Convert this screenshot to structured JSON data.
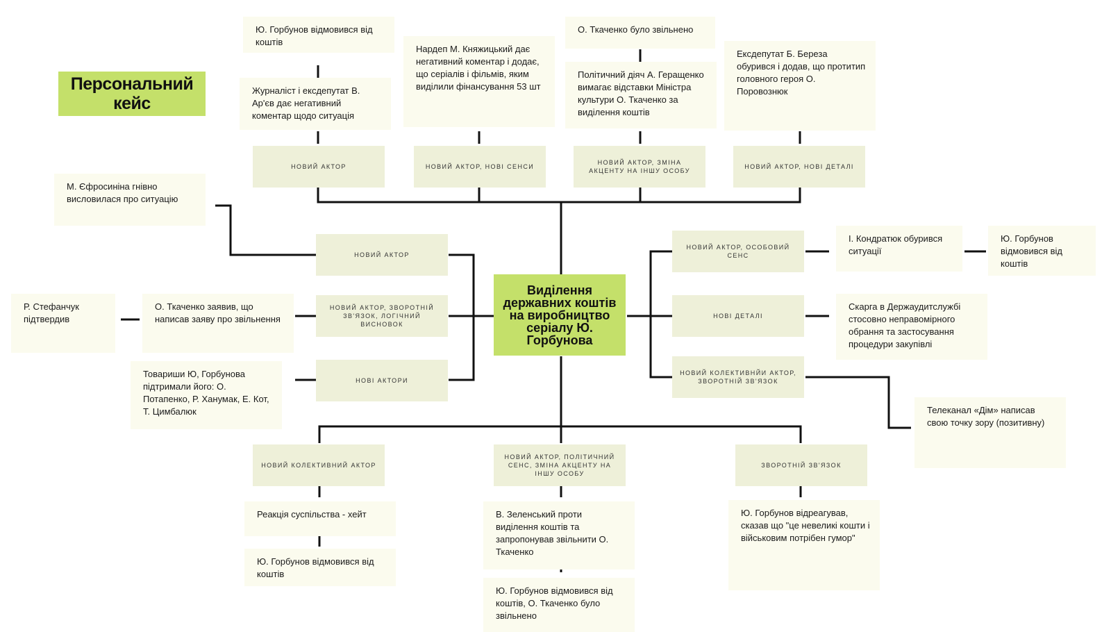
{
  "title": "Персональний кейс",
  "center": "Виділення державних коштів на виробництво серіалу Ю. Горбунова",
  "top": {
    "b1": {
      "tag": "Новий актор",
      "notes": [
        "Журналіст і ексдепутат В. Ар'єв дає негативний коментар щодо ситуація",
        "Ю. Горбунов відмовився від коштів"
      ]
    },
    "b2": {
      "tag": "Новий актор, нові сенси",
      "notes": [
        "Нардеп М. Княжицький дає негативний коментар і додає, що серіалів і фільмів, яким виділили фінансування 53 шт"
      ]
    },
    "b3": {
      "tag": "Новий актор, зміна акценту на іншу особу",
      "notes": [
        "Політичний діяч А. Геращенко вимагає відставки Міністра культури О. Ткаченко за виділення коштів",
        "О. Ткаченко було звільнено"
      ]
    },
    "b4": {
      "tag": "Новий актор, нові деталі",
      "notes": [
        "Ексдепутат Б. Береза обурився і додав, що протитип головного героя О. Поровознюк"
      ]
    }
  },
  "left": {
    "l1": {
      "tag": "Новий актор",
      "notes": [
        "М. Єфросиніна гнівно висловилася про ситуацію"
      ]
    },
    "l2": {
      "tag": "Новий актор, зворотній зв'язок, логічний висновок",
      "notes": [
        "О. Ткаченко заявив, що написав заяву про звільнення",
        "Р. Стефанчук підтвердив"
      ]
    },
    "l3": {
      "tag": "Нові актори",
      "notes": [
        "Товариши Ю, Горбунова підтримали його: О. Потапенко, Р. Ханумак, Е. Кот, Т. Цимбалюк"
      ]
    }
  },
  "right": {
    "r1": {
      "tag": "Новий актор, особовий сенс",
      "notes": [
        "І. Кондратюк обурився ситуації",
        "Ю. Горбунов відмовився від коштів"
      ]
    },
    "r2": {
      "tag": "Нові деталі",
      "notes": [
        "Скарга в Держаудитслужбі стосовно неправомірного обрання та застосування процедури закупівлі"
      ]
    },
    "r3": {
      "tag": "Новий колективнйи актор, зворотній зв'язок",
      "notes": [
        "Телеканал «Дім» написав свою точку зору (позитивну)"
      ]
    }
  },
  "bottom": {
    "d1": {
      "tag": "Новий колективний актор",
      "notes": [
        "Реакція суспільства - хейт",
        "Ю. Горбунов відмовився від коштів"
      ]
    },
    "d2": {
      "tag": "Новий актор, політичний сенс, зміна акценту на іншу особу",
      "notes": [
        "В. Зеленський проти виділення коштів та запропонував звільнити О. Ткаченко",
        "Ю. Горбунов відмовився від коштів, О. Ткаченко було звільнено"
      ]
    },
    "d3": {
      "tag": "Зворотній зв'язок",
      "notes": [
        "Ю. Горбунов відреагував, сказав що \"це невеликі кошти і військовим потрібен гумор\""
      ]
    }
  }
}
